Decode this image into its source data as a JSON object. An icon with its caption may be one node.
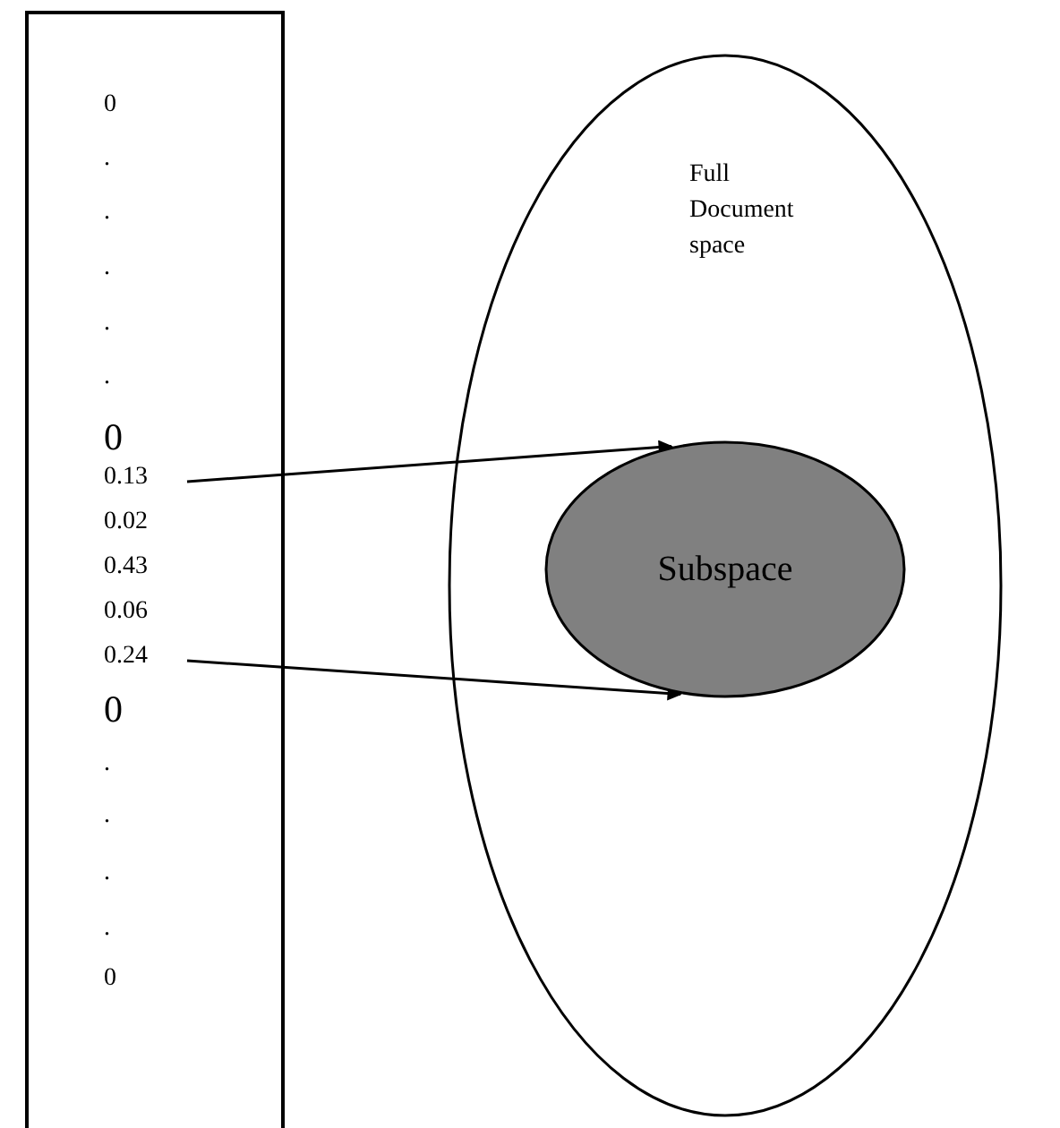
{
  "diagram": {
    "nodes": [
      {
        "text": [],
        "shape": "box"
      },
      {
        "text": [
          "0"
        ],
        "in": 0
      },
      {
        "text": [
          "."
        ],
        "in": 0
      },
      {
        "text": [
          "."
        ],
        "in": 0
      },
      {
        "text": [
          "."
        ],
        "in": 0
      },
      {
        "text": [
          "."
        ],
        "in": 0
      },
      {
        "text": [
          "."
        ],
        "in": 0
      },
      {
        "text": [
          "0"
        ],
        "in": 0
      },
      {
        "text": [
          "0.13"
        ],
        "in": 0
      },
      {
        "text": [
          "0.02"
        ],
        "in": 0
      },
      {
        "text": [
          "0.43"
        ],
        "in": 0
      },
      {
        "text": [
          "0.06"
        ],
        "in": 0
      },
      {
        "text": [
          "0.24"
        ],
        "in": 0
      },
      {
        "text": [
          "0"
        ],
        "in": 0
      },
      {
        "text": [
          "."
        ],
        "in": 0
      },
      {
        "text": [
          "."
        ],
        "in": 0
      },
      {
        "text": [
          "."
        ],
        "in": 0
      },
      {
        "text": [
          "."
        ],
        "in": 0
      },
      {
        "text": [
          "0"
        ],
        "in": 0
      },
      {
        "text": [
          "Full Document space"
        ]
      },
      {
        "text": [
          "Subspace"
        ],
        "in": 19
      }
    ],
    "edges": [
      {
        "from": 8,
        "to": 20,
        "arrow": "to"
      },
      {
        "from": 12,
        "to": 20,
        "arrow": "to"
      }
    ]
  }
}
